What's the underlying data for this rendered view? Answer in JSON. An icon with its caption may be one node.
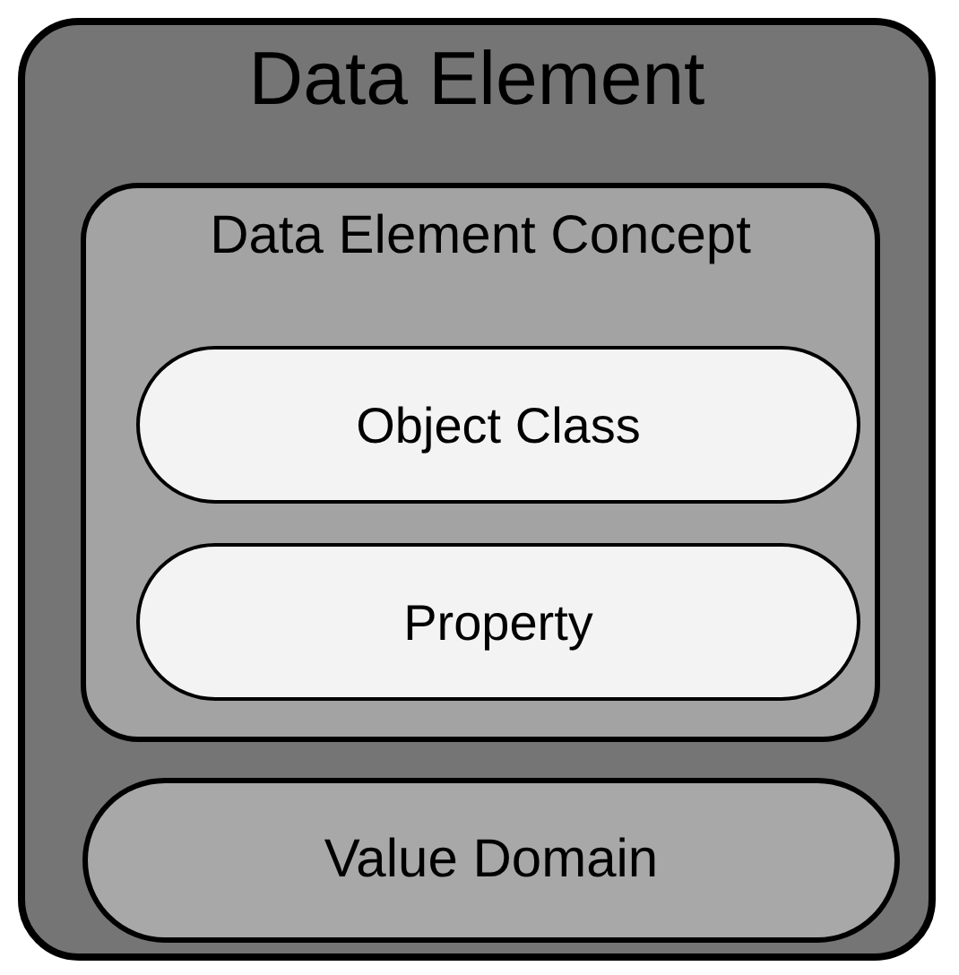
{
  "diagram": {
    "nodes": [
      {
        "text": [
          "Data Element"
        ]
      },
      {
        "text": [
          "Data Element Concept"
        ],
        "in": 0
      },
      {
        "text": [
          "Object Class"
        ],
        "in": 1
      },
      {
        "text": [
          "Property"
        ],
        "in": 1
      },
      {
        "text": [
          "Value Domain"
        ],
        "in": 0
      }
    ]
  }
}
